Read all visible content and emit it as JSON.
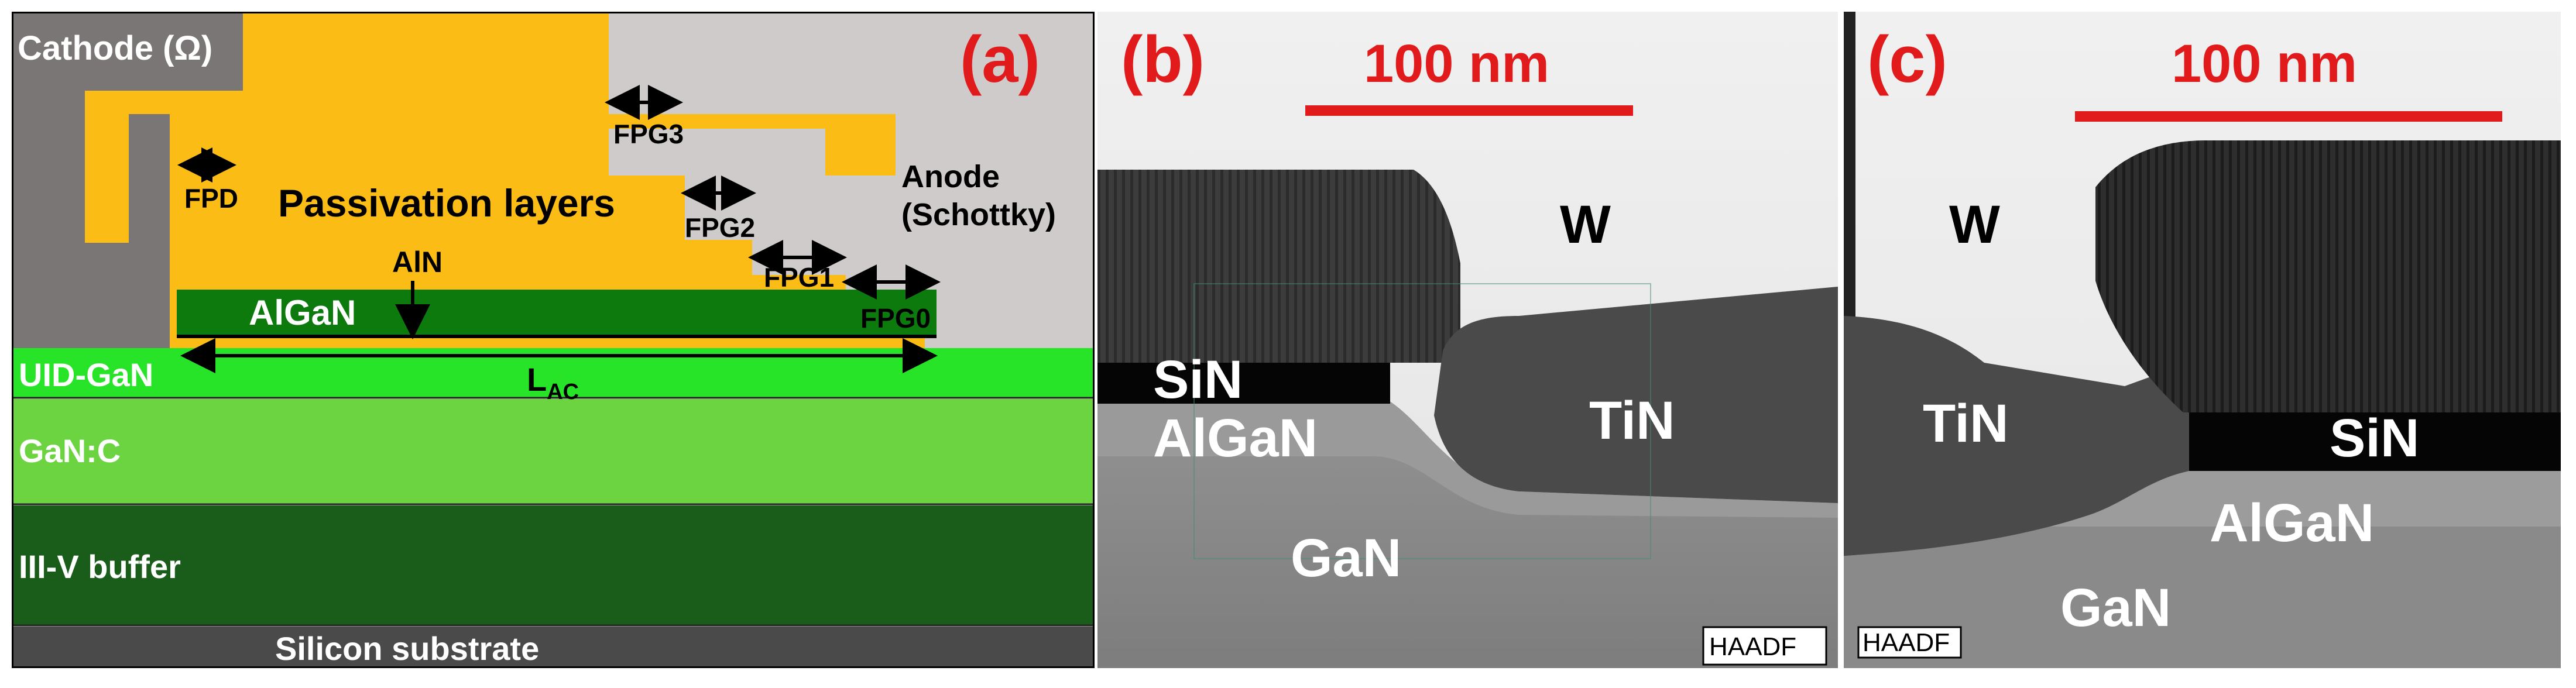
{
  "panel_a": {
    "tag": "(a)",
    "labels": {
      "cathode": "Cathode (Ω)",
      "anode_line1": "Anode",
      "anode_line2": "(Schottky)",
      "passivation": "Passivation layers",
      "aln": "AlN",
      "algan": "AlGaN",
      "uid_gan": "UID-GaN",
      "lac_main": "L",
      "lac_sub": "AC",
      "gan_c": "GaN:C",
      "buffer": "III-V buffer",
      "substrate": "Silicon substrate",
      "fpd": "FPD",
      "fpg0": "FPG0",
      "fpg1": "FPG1",
      "fpg2": "FPG2",
      "fpg3": "FPG3"
    },
    "colors": {
      "metal": "#7a7676",
      "metal_light": "#cfcbcb",
      "passivation": "#fbbd15",
      "algan": "#0c7a0c",
      "uid_gan": "#28e428",
      "gan_c": "#6cd440",
      "buffer": "#1a5c1a",
      "substrate": "#4a4a4a",
      "tag": "#e11b1b"
    }
  },
  "panel_b": {
    "tag": "(b)",
    "scale_label": "100 nm",
    "labels": {
      "w": "W",
      "sin": "SiN",
      "algan": "AlGaN",
      "tin": "TiN",
      "gan": "GaN"
    },
    "detector": "HAADF"
  },
  "panel_c": {
    "tag": "(c)",
    "scale_label": "100 nm",
    "labels": {
      "w": "W",
      "tin": "TiN",
      "sin": "SiN",
      "algan": "AlGaN",
      "gan": "GaN"
    },
    "detector": "HAADF"
  }
}
